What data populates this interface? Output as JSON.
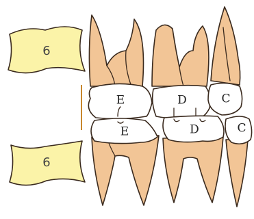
{
  "colors": {
    "root": "#f2c596",
    "crown": "#ffffff",
    "germ": "#fbf3a8",
    "outline": "#3a2a1e",
    "marker": "#c8872d",
    "background": "#ffffff"
  },
  "labels": {
    "upper_germ": "6",
    "lower_germ": "6",
    "upper_e": "E",
    "upper_d": "D",
    "upper_c": "C",
    "lower_e": "E",
    "lower_d": "D",
    "lower_c": "C"
  }
}
